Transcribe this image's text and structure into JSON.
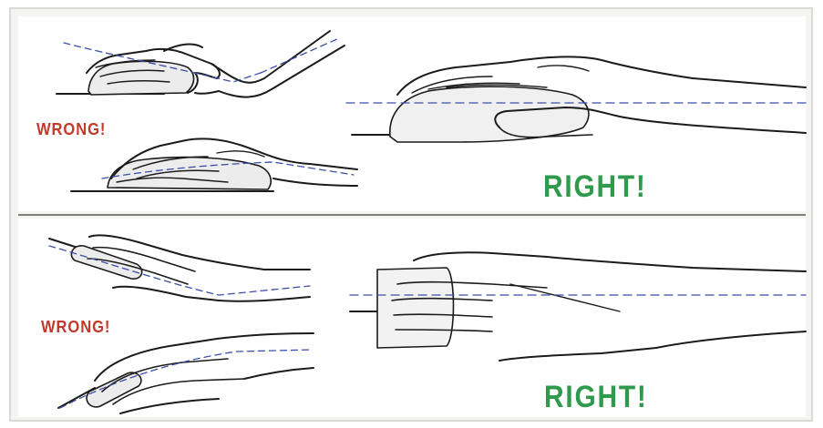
{
  "labels": {
    "top_wrong": "WRONG!",
    "top_right": "RIGHT!",
    "bottom_wrong": "WRONG!",
    "bottom_right": "RIGHT!"
  },
  "colors": {
    "wrong": "#c23a2a",
    "right": "#2e9a4b",
    "guide_line": "#3b4fa8",
    "ink": "#1b1b1b"
  }
}
